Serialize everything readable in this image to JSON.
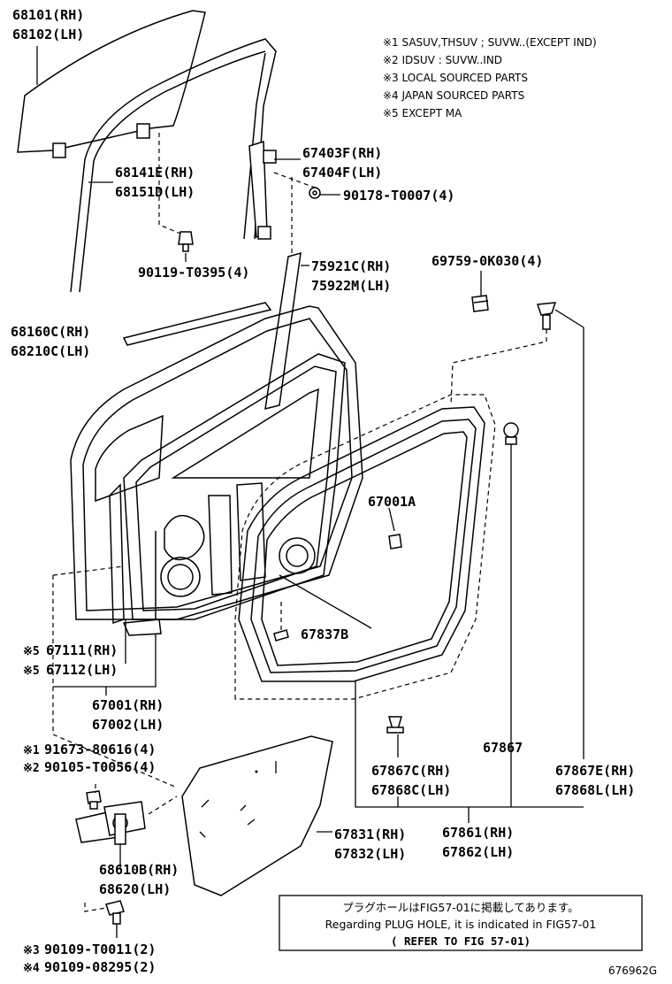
{
  "labels": {
    "p68101": "68101(RH)",
    "p68102": "68102(LH)",
    "p68141e": "68141E(RH)",
    "p68151d": "68151D(LH)",
    "p90119": "90119-T0395(4)",
    "p67403f": "67403F(RH)",
    "p67404f": "67404F(LH)",
    "p90178": "90178-T0007(4)",
    "p75921c": "75921C(RH)",
    "p75922m": "75922M(LH)",
    "p69759": "69759-0K030(4)",
    "p68160c": "68160C(RH)",
    "p68210c": "68210C(LH)",
    "p67001a": "67001A",
    "p67837b": "67837B",
    "p67111": "67111(RH)",
    "p67112": "67112(LH)",
    "p67111_mark": "※5",
    "p67112_mark": "※5",
    "p67001": "67001(RH)",
    "p67002": "67002(LH)",
    "p91673": "91673-80616(4)",
    "p91673_mark": "※1",
    "p90105": "90105-T0056(4)",
    "p90105_mark": "※2",
    "p67867": "67867",
    "p67867c": "67867C(RH)",
    "p67868c": "67868C(LH)",
    "p67867e": "67867E(RH)",
    "p67868l": "67868L(LH)",
    "p67831": "67831(RH)",
    "p67832": "67832(LH)",
    "p67861": "67861(RH)",
    "p67862": "67862(LH)",
    "p68610b": "68610B(RH)",
    "p68620": "68620(LH)",
    "p90109t": "90109-T0011(2)",
    "p90109t_mark": "※3",
    "p90109_0": "90109-08295(2)",
    "p90109_0_mark": "※4"
  },
  "notes": [
    "※1 SASUV,THSUV ; SUVW..(EXCEPT IND)",
    "※2 IDSUV : SUVW..IND",
    "※3 LOCAL SOURCED PARTS",
    "※4 JAPAN SOURCED PARTS",
    "※5 EXCEPT MA"
  ],
  "info_box": {
    "line1": "プラグホールはFIG57-01に掲載してあります。",
    "line2": "Regarding PLUG HOLE, it is indicated in FIG57-01",
    "line3": "( REFER TO FIG 57-01)"
  },
  "figure_id": "676962G"
}
